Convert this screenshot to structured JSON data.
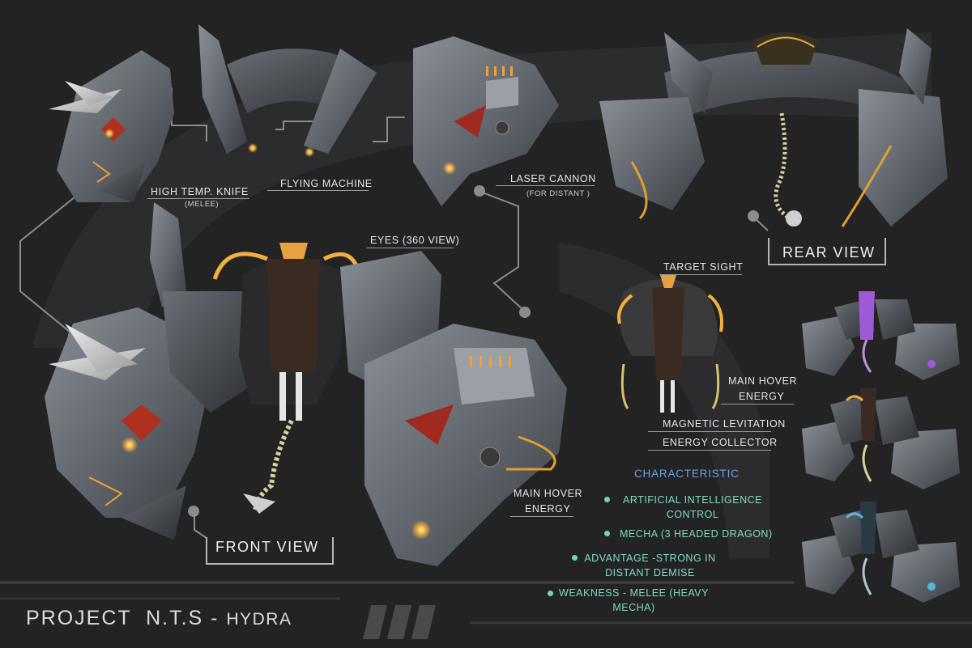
{
  "title": {
    "project": "PROJECT  N.T.S - ",
    "name": "HYDRA"
  },
  "views": {
    "front": "FRONT VIEW",
    "rear": "REAR VIEW"
  },
  "callouts": {
    "high_temp_knife": "HIGH TEMP. KNIFE",
    "high_temp_knife_sub": "(MELEE)",
    "flying_machine": "FLYING MACHINE",
    "laser_cannon": "LASER  CANNON",
    "laser_cannon_sub": "(FOR DISTANT )",
    "eyes": "EYES (360 VIEW)",
    "target_sight": "TARGET SIGHT",
    "main_hover_energy_right_1": "MAIN HOVER",
    "main_hover_energy_right_2": "ENERGY",
    "magnetic_levitation": "MAGNETIC LEVITATION",
    "energy_collector": "ENERGY COLLECTOR",
    "main_hover_energy_front_1": "MAIN HOVER",
    "main_hover_energy_front_2": "ENERGY"
  },
  "characteristic": {
    "heading": "CHARACTERISTIC",
    "items": [
      {
        "line1": "ARTIFICIAL INTELLIGENCE",
        "line2": "CONTROL"
      },
      {
        "line1": "MECHA (3 HEADED DRAGON)",
        "line2": ""
      },
      {
        "line1": "ADVANTAGE -STRONG IN",
        "line2": "DISTANT DEMISE"
      },
      {
        "line1": "WEAKNESS - MELEE (HEAVY",
        "line2": "MECHA)"
      }
    ]
  },
  "colors": {
    "background": "#232324",
    "metal": "#6f747b",
    "glow": "#f2b040",
    "characteristic_text": "#7fd9c4",
    "heading_blue": "#6ea0e0",
    "purple_variant": "#a05ad8",
    "gold_variant": "#e0b040",
    "cyan_variant": "#5ab4e0"
  }
}
